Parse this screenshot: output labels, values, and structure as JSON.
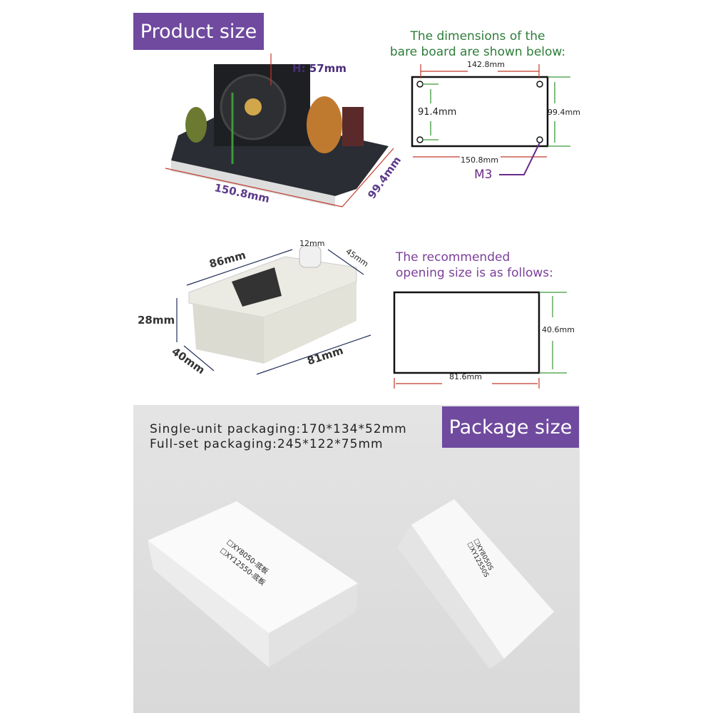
{
  "product_size": {
    "title": "Product size",
    "board": {
      "height": "H: 57mm",
      "length": "150.8mm",
      "width": "99.4mm"
    }
  },
  "bare_board": {
    "heading_line1": "The dimensions of the",
    "heading_line2": "bare board are shown below:",
    "top": "142.8mm",
    "inner_height": "91.4mm",
    "outer_height": "99.4mm",
    "bottom": "150.8mm",
    "hole": "M3"
  },
  "module": {
    "width": "86mm",
    "knob": "12mm",
    "depth_top": "45mm",
    "height": "28mm",
    "depth": "40mm",
    "length": "81mm"
  },
  "opening": {
    "heading_line1": "The recommended",
    "heading_line2": "opening size is as follows:",
    "height": "40.6mm",
    "width": "81.6mm"
  },
  "package": {
    "title": "Package size",
    "single": "Single-unit packaging:170*134*52mm",
    "full": "Full-set packaging:245*122*75mm",
    "box1": {
      "line1": "☐XY8050-底板",
      "line2": "☐XY12550-底板"
    },
    "box2": {
      "line1": "☐XY8050S",
      "line2": "☐XY12550S"
    }
  }
}
